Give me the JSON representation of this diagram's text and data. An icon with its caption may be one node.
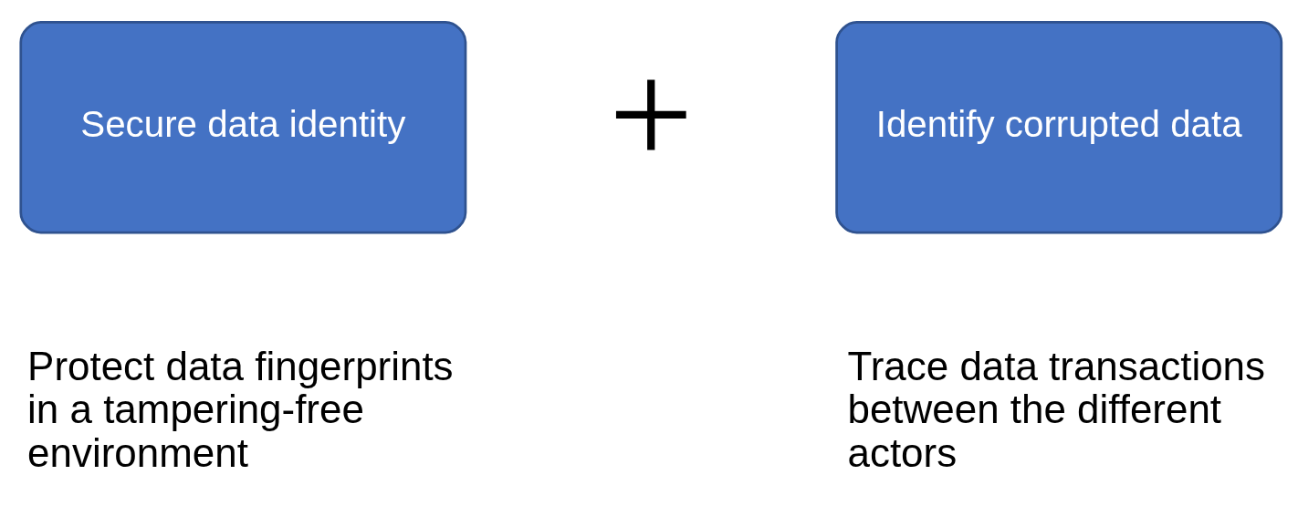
{
  "diagram": {
    "nodes": [
      {
        "text": [
          "Secure data identity"
        ],
        "beside": [
          "Protect data fingerprints in a tampering-free environment"
        ]
      },
      {
        "text": [
          "Identify corrupted data"
        ],
        "beside": [
          "Trace data transactions between the different actors"
        ]
      }
    ],
    "labels": [
      "+"
    ]
  }
}
